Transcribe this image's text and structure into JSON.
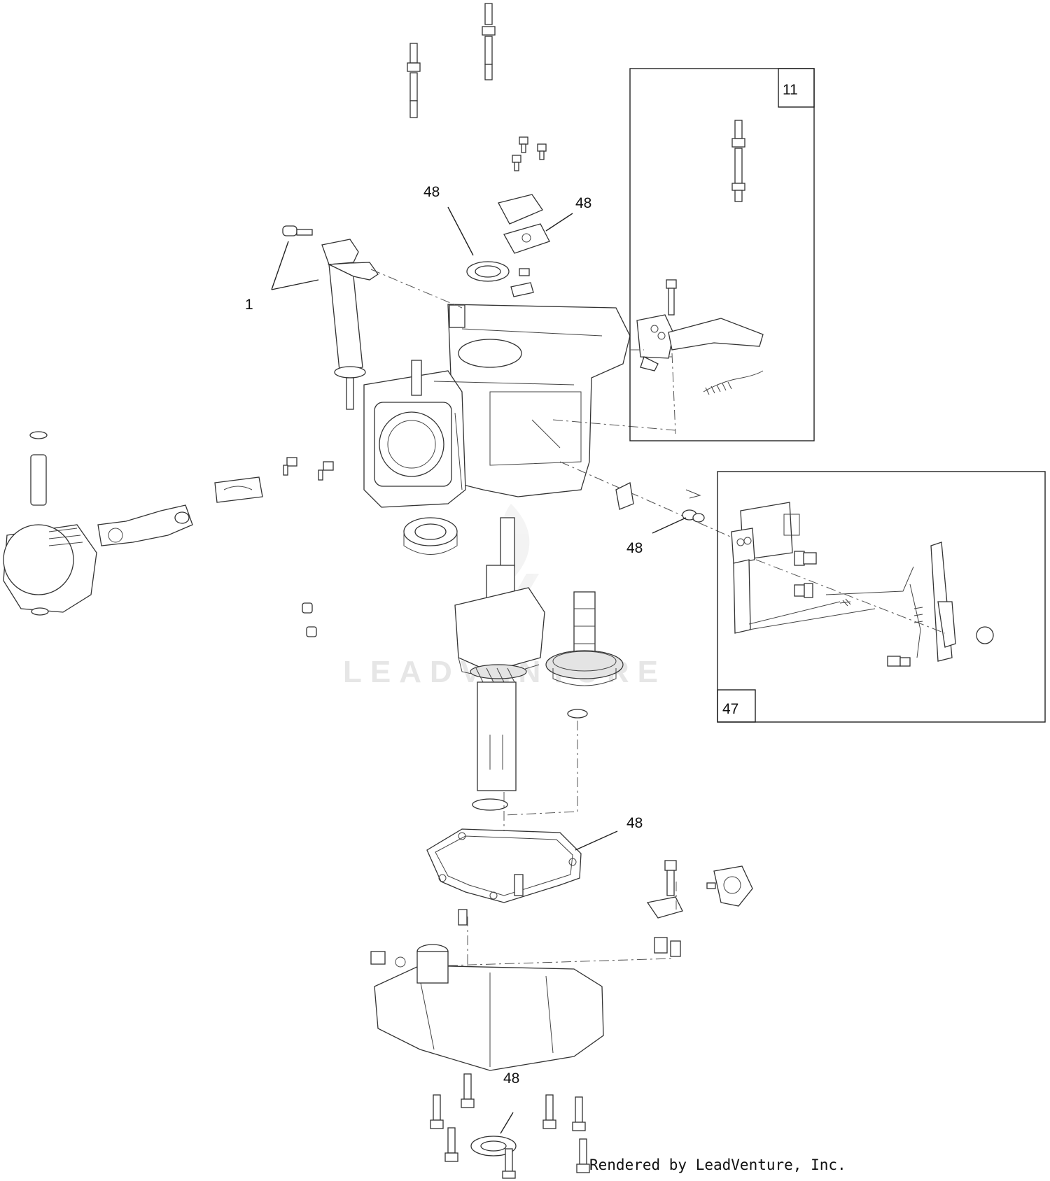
{
  "callouts": {
    "part_1": "1",
    "part_11": "11",
    "part_47": "47",
    "oil_seal_top": "48",
    "cover_gasket_top": "48",
    "governor_shaft_seal": "48",
    "crankcase_gasket": "48",
    "oil_seal_bottom": "48"
  },
  "watermark": "LEADVENTURE",
  "footer": {
    "credit": "Rendered by LeadVenture, Inc."
  }
}
